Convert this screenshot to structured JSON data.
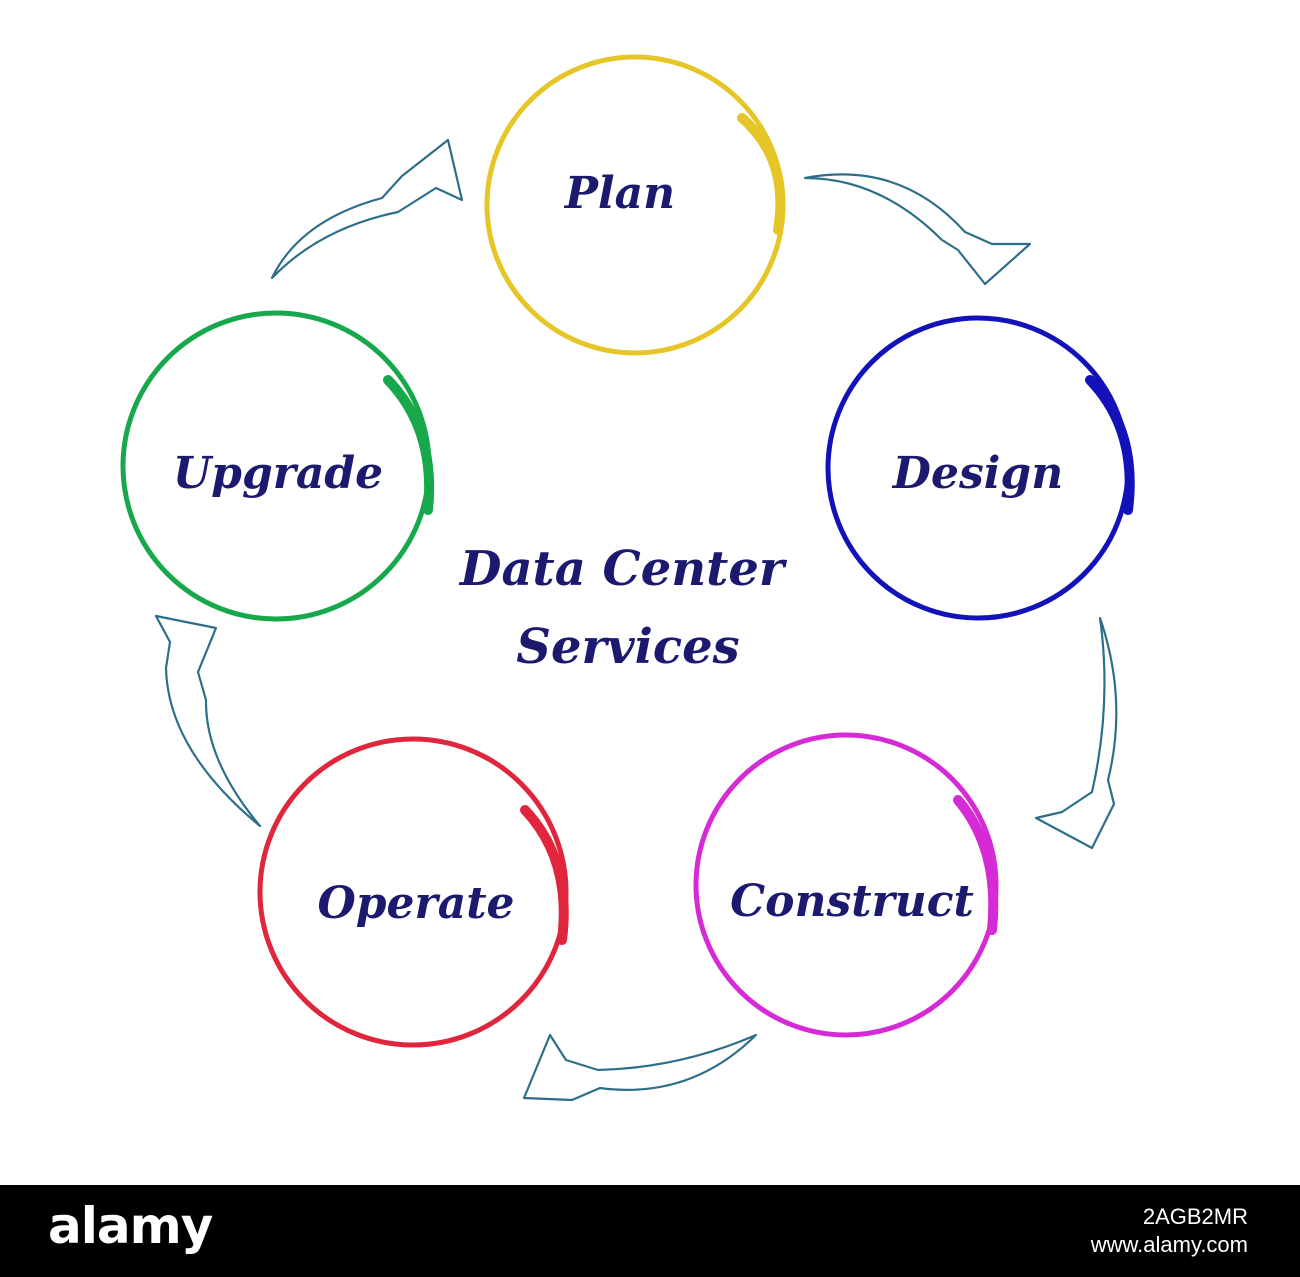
{
  "diagram": {
    "title_line1": "Data Center",
    "title_line2": "Services",
    "text_color": "#1c1a6e",
    "arrow_color": "#2d6f89",
    "nodes": [
      {
        "label": "Plan",
        "color": "#e6c526"
      },
      {
        "label": "Design",
        "color": "#1212b8"
      },
      {
        "label": "Construct",
        "color": "#d62ad6"
      },
      {
        "label": "Operate",
        "color": "#e0263c"
      },
      {
        "label": "Upgrade",
        "color": "#17a84c"
      }
    ],
    "flow": [
      {
        "from": "Plan",
        "to": "Design"
      },
      {
        "from": "Design",
        "to": "Construct"
      },
      {
        "from": "Construct",
        "to": "Operate"
      },
      {
        "from": "Operate",
        "to": "Upgrade"
      },
      {
        "from": "Upgrade",
        "to": "Plan"
      }
    ]
  },
  "footer": {
    "logo_text": "alamy",
    "image_id": "2AGB2MR",
    "site": "www.alamy.com"
  }
}
